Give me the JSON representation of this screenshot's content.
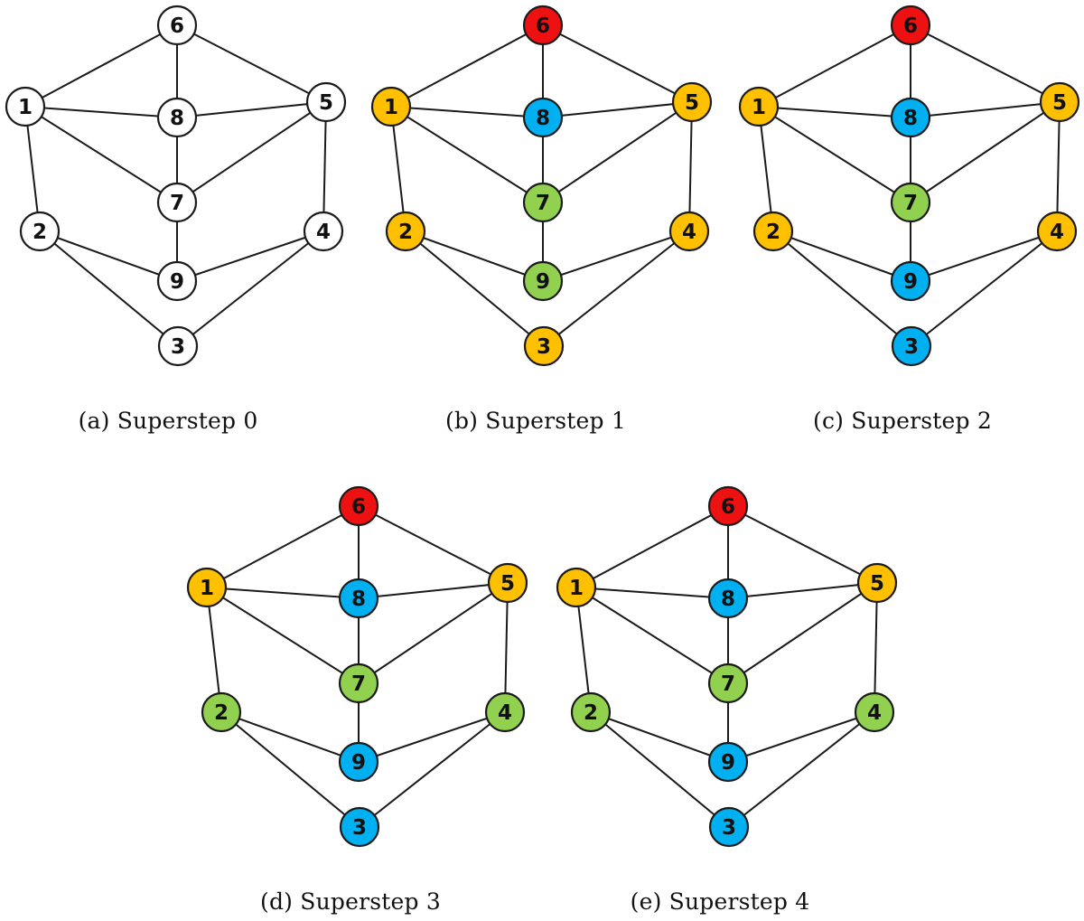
{
  "colors": {
    "white": "#ffffff",
    "red": "#ee1111",
    "orange": "#ffc000",
    "blue": "#00b0f0",
    "green": "#92d050"
  },
  "edges": [
    [
      6,
      1
    ],
    [
      6,
      8
    ],
    [
      6,
      5
    ],
    [
      1,
      8
    ],
    [
      8,
      5
    ],
    [
      1,
      7
    ],
    [
      5,
      7
    ],
    [
      8,
      7
    ],
    [
      1,
      2
    ],
    [
      5,
      4
    ],
    [
      7,
      9
    ],
    [
      2,
      9
    ],
    [
      9,
      4
    ],
    [
      2,
      3
    ],
    [
      4,
      3
    ]
  ],
  "panels": [
    {
      "caption": "(a)  Superstep 0",
      "colors": {
        "1": "white",
        "2": "white",
        "3": "white",
        "4": "white",
        "5": "white",
        "6": "white",
        "7": "white",
        "8": "white",
        "9": "white"
      }
    },
    {
      "caption": "(b)  Superstep 1",
      "colors": {
        "1": "orange",
        "2": "orange",
        "3": "orange",
        "4": "orange",
        "5": "orange",
        "6": "red",
        "7": "green",
        "8": "blue",
        "9": "green"
      }
    },
    {
      "caption": "(c)  Superstep 2",
      "colors": {
        "1": "orange",
        "2": "orange",
        "3": "blue",
        "4": "orange",
        "5": "orange",
        "6": "red",
        "7": "green",
        "8": "blue",
        "9": "blue"
      }
    },
    {
      "caption": "(d)  Superstep 3",
      "colors": {
        "1": "orange",
        "2": "green",
        "3": "blue",
        "4": "green",
        "5": "orange",
        "6": "red",
        "7": "green",
        "8": "blue",
        "9": "blue"
      }
    },
    {
      "caption": "(e)  Superstep 4",
      "colors": {
        "1": "orange",
        "2": "green",
        "3": "blue",
        "4": "green",
        "5": "orange",
        "6": "red",
        "7": "green",
        "8": "blue",
        "9": "blue"
      }
    }
  ]
}
